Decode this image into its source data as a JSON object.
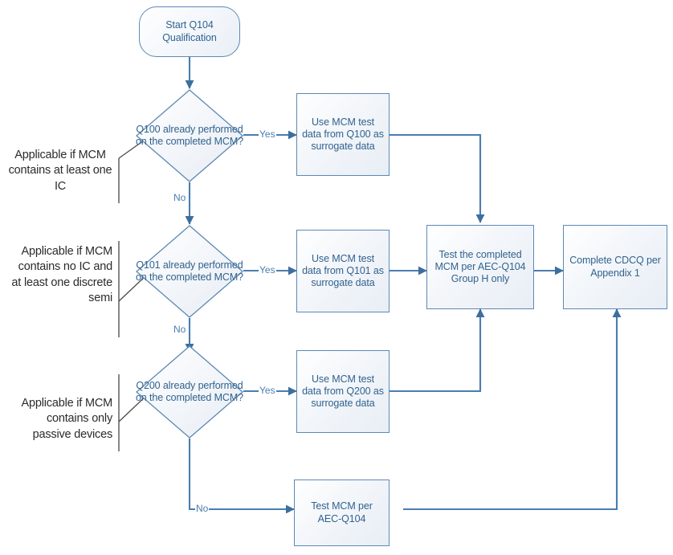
{
  "diagram": {
    "title": "AEC-Q104 MCM Qualification Flowchart",
    "colors": {
      "node_stroke": "#5d89b5",
      "node_text": "#31628f",
      "connector": "#4a7db0",
      "bracket": "#4d4d4d",
      "note_text": "#2b2b2b",
      "background": "#ffffff"
    }
  },
  "nodes": {
    "start": {
      "id": "start",
      "shape": "terminator",
      "label": "Start Q104 Qualification"
    },
    "d_q100": {
      "id": "d_q100",
      "shape": "decision",
      "label": "Q100 already performed on the completed MCM?"
    },
    "d_q101": {
      "id": "d_q101",
      "shape": "decision",
      "label": "Q101 already performed on the completed MCM?"
    },
    "d_q200": {
      "id": "d_q200",
      "shape": "decision",
      "label": "Q200 already performed on the completed MCM?"
    },
    "p_q100": {
      "id": "p_q100",
      "shape": "process",
      "label": "Use MCM test data from Q100 as surrogate data"
    },
    "p_q101": {
      "id": "p_q101",
      "shape": "process",
      "label": "Use MCM test data from Q101 as surrogate data"
    },
    "p_q200": {
      "id": "p_q200",
      "shape": "process",
      "label": "Use MCM test data from Q200 as surrogate data"
    },
    "p_grouph": {
      "id": "p_grouph",
      "shape": "process",
      "label": "Test the completed MCM per AEC-Q104 Group H only"
    },
    "p_cdcq": {
      "id": "p_cdcq",
      "shape": "process",
      "label": "Complete CDCQ per Appendix 1"
    },
    "p_testmcm": {
      "id": "p_testmcm",
      "shape": "process",
      "label": "Test MCM per AEC-Q104"
    }
  },
  "edge_labels": {
    "yes_q100": "Yes",
    "no_q100": "No",
    "yes_q101": "Yes",
    "no_q101": "No",
    "yes_q200": "Yes",
    "no_q200": "No"
  },
  "notes": [
    {
      "id": "note_ic",
      "text": "Applicable if MCM contains at least one IC"
    },
    {
      "id": "note_discrete",
      "text": "Applicable if MCM contains no IC and at least one discrete semi"
    },
    {
      "id": "note_passive",
      "text": "Applicable if MCM contains only passive devices"
    }
  ],
  "edges": [
    {
      "from": "start",
      "to": "d_q100",
      "label": ""
    },
    {
      "from": "d_q100",
      "to": "p_q100",
      "label": "Yes"
    },
    {
      "from": "d_q100",
      "to": "d_q101",
      "label": "No"
    },
    {
      "from": "d_q101",
      "to": "p_q101",
      "label": "Yes"
    },
    {
      "from": "d_q101",
      "to": "d_q200",
      "label": "No"
    },
    {
      "from": "d_q200",
      "to": "p_q200",
      "label": "Yes"
    },
    {
      "from": "d_q200",
      "to": "p_testmcm",
      "label": "No"
    },
    {
      "from": "p_q100",
      "to": "p_grouph",
      "label": ""
    },
    {
      "from": "p_q101",
      "to": "p_grouph",
      "label": ""
    },
    {
      "from": "p_q200",
      "to": "p_grouph",
      "label": ""
    },
    {
      "from": "p_grouph",
      "to": "p_cdcq",
      "label": ""
    },
    {
      "from": "p_testmcm",
      "to": "p_cdcq",
      "label": ""
    }
  ]
}
